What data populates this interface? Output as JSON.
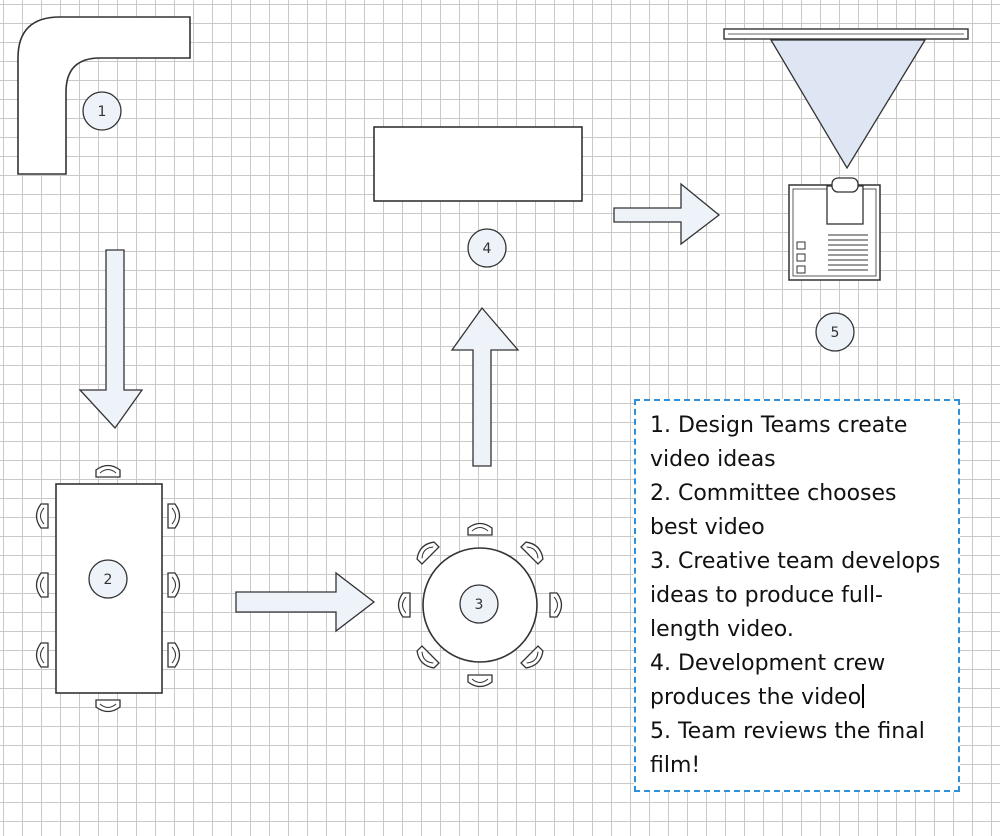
{
  "diagram": {
    "markers": [
      {
        "id": "1",
        "label": "1"
      },
      {
        "id": "2",
        "label": "2"
      },
      {
        "id": "3",
        "label": "3"
      },
      {
        "id": "4",
        "label": "4"
      },
      {
        "id": "5",
        "label": "5"
      }
    ],
    "colors": {
      "grid": "#c9c9c9",
      "outline": "#333333",
      "arrow_fill": "#eef3fa",
      "projector_screen": "#dde6f2",
      "textbox_border": "#2f8fd8"
    }
  },
  "steps": [
    "1. Design Teams create video ideas",
    "2. Committee chooses best video",
    "3. Creative team develops ideas to produce full-length video.",
    "4. Development crew produces the video",
    "5. Team reviews the final film!"
  ]
}
